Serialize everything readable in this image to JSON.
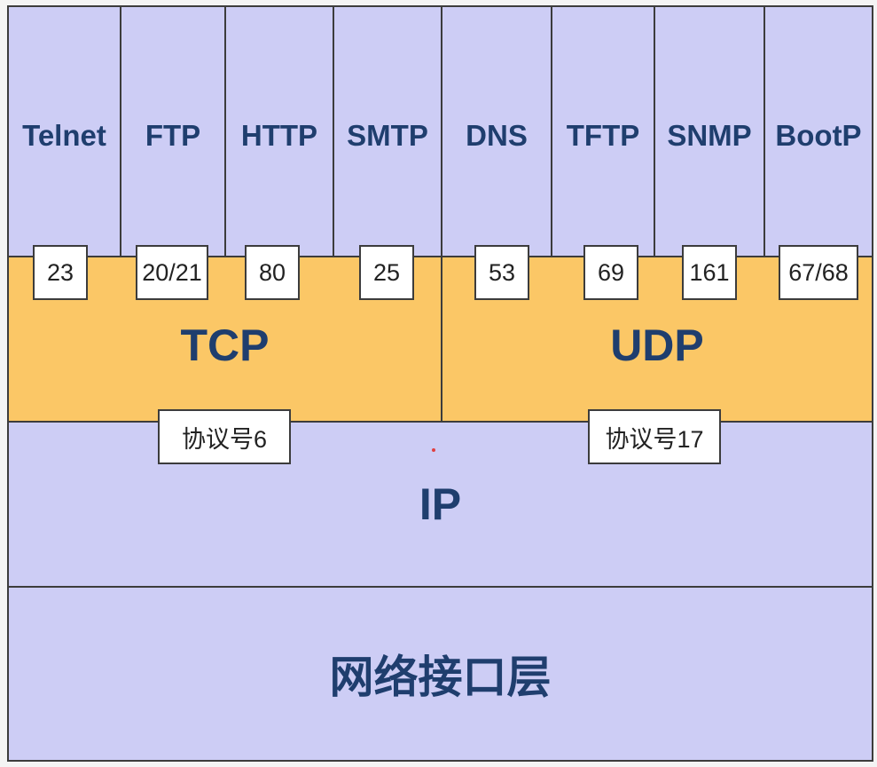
{
  "application_layer": [
    {
      "name": "Telnet",
      "port": "23"
    },
    {
      "name": "FTP",
      "port": "20/21"
    },
    {
      "name": "HTTP",
      "port": "80"
    },
    {
      "name": "SMTP",
      "port": "25"
    },
    {
      "name": "DNS",
      "port": "53"
    },
    {
      "name": "TFTP",
      "port": "69"
    },
    {
      "name": "SNMP",
      "port": "161"
    },
    {
      "name": "BootP",
      "port": "67/68"
    }
  ],
  "transport_layer": {
    "tcp": {
      "label": "TCP",
      "protocol_number": "协议号6"
    },
    "udp": {
      "label": "UDP",
      "protocol_number": "协议号17"
    }
  },
  "network_layer": {
    "label": "IP"
  },
  "link_layer": {
    "label": "网络接口层"
  }
}
